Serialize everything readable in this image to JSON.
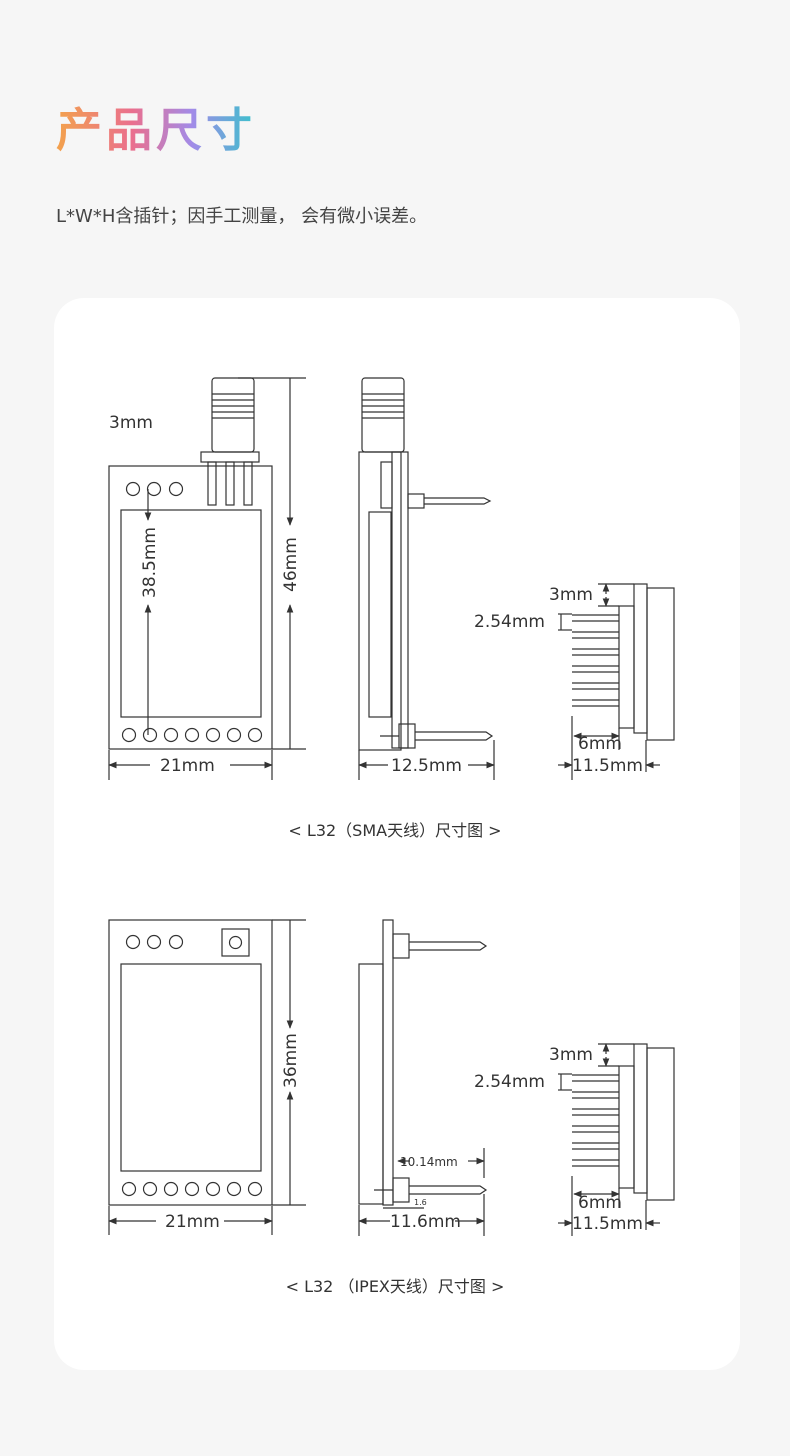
{
  "header": {
    "title": "产品尺寸",
    "subtitle": "L*W*H含插针；因手工测量， 会有微小误差。"
  },
  "diagram1": {
    "caption": "< L32（SMA天线）尺寸图 >",
    "front": {
      "pitch": "3mm",
      "inner_height": "38.5mm",
      "height": "46mm",
      "width": "21mm"
    },
    "side": {
      "depth": "12.5mm"
    },
    "pins": {
      "top": "3mm",
      "pitch": "2.54mm",
      "pin": "6mm",
      "total": "11.5mm"
    }
  },
  "diagram2": {
    "caption": "< L32 （IPEX天线）尺寸图 >",
    "front": {
      "height": "36mm",
      "width": "21mm"
    },
    "side": {
      "pin_length": "10.14mm",
      "board": "1.6",
      "depth": "11.6mm"
    },
    "pins": {
      "top": "3mm",
      "pitch": "2.54mm",
      "pin": "6mm",
      "total": "11.5mm"
    }
  }
}
